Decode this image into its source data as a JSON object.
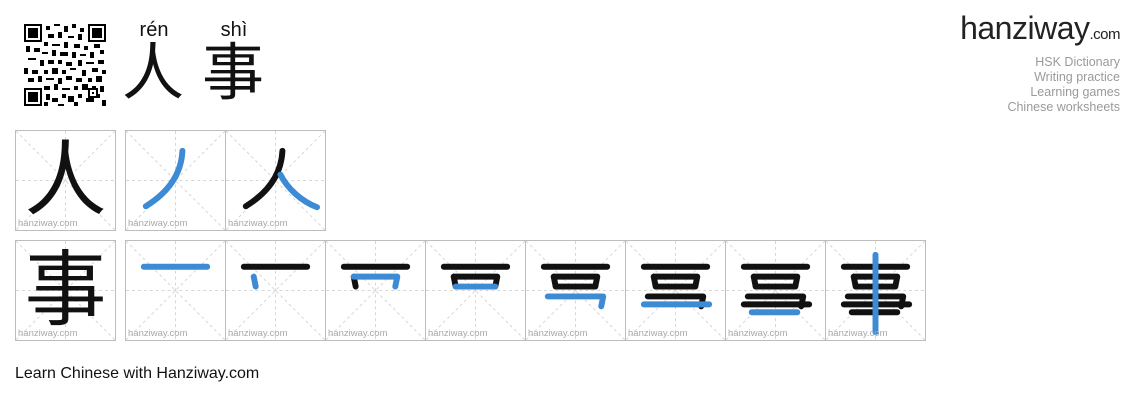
{
  "title_chars": [
    {
      "pinyin": "rén",
      "hanzi": "人"
    },
    {
      "pinyin": "shì",
      "hanzi": "事"
    }
  ],
  "brand": {
    "logo_main": "hanziway",
    "logo_suffix": ".com",
    "links": [
      "HSK Dictionary",
      "Writing practice",
      "Learning games",
      "Chinese worksheets"
    ]
  },
  "watermark": "hanziway.com",
  "rows": [
    {
      "character": "人",
      "stroke_count": 2
    },
    {
      "character": "事",
      "stroke_count": 8
    }
  ],
  "colors": {
    "highlight_stroke": "#3d8bd4",
    "ink": "#111111",
    "grid_border": "#bdbdbd",
    "guide_dash": "#d6d6d6"
  },
  "footer": "Learn Chinese with Hanziway.com"
}
